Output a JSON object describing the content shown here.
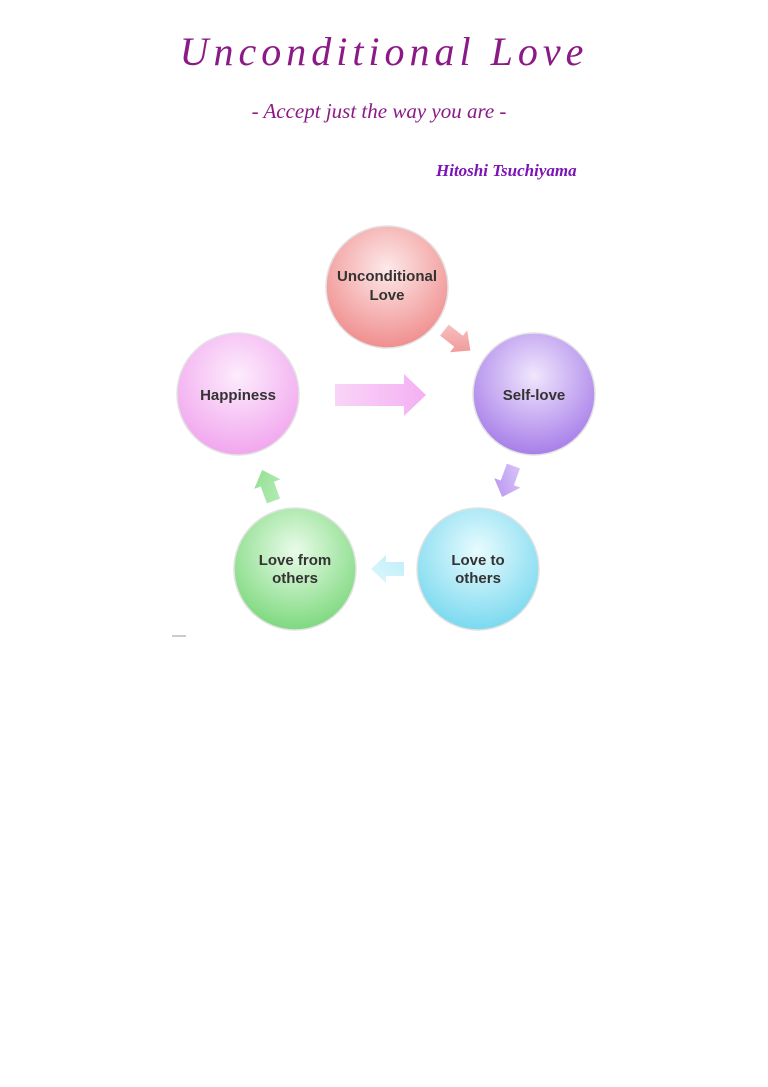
{
  "header": {
    "title": "Unconditional  Love",
    "subtitle": "- Accept just the way you are -",
    "author": "Hitoshi Tsuchiyama"
  },
  "diagram": {
    "nodes": [
      {
        "id": "unconditional-love",
        "lines": [
          "Unconditional",
          "Love"
        ]
      },
      {
        "id": "self-love",
        "lines": [
          "Self-love"
        ]
      },
      {
        "id": "love-to-others",
        "lines": [
          "Love to",
          "others"
        ]
      },
      {
        "id": "love-from-others",
        "lines": [
          "Love from",
          "others"
        ]
      },
      {
        "id": "happiness",
        "lines": [
          "Happiness"
        ]
      }
    ],
    "colors": {
      "unconditional-love": "#f4a3a3",
      "self-love": "#b58ff0",
      "love-to-others": "#8fe3f4",
      "love-from-others": "#8fe38f",
      "happiness": "#f4b0f2"
    }
  }
}
